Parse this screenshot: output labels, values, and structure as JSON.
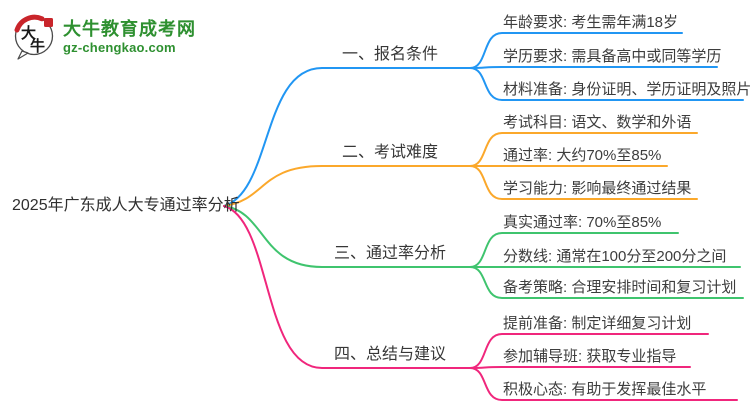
{
  "logo": {
    "badge_text": "大牛",
    "site_name": "大牛教育成考网",
    "site_domain": "gz-chengkao.com",
    "brand_green": "#2e9030",
    "seal_red": "#c9252b"
  },
  "root": {
    "title": "2025年广东成人大专通过率分析"
  },
  "branches": [
    {
      "label": "一、报名条件",
      "color": "#2196F3",
      "children": [
        "年龄要求: 考生需年满18岁",
        "学历要求: 需具备高中或同等学历",
        "材料准备: 身份证明、学历证明及照片"
      ]
    },
    {
      "label": "二、考试难度",
      "color": "#FBA82B",
      "children": [
        "考试科目: 语文、数学和外语",
        "通过率: 大约70%至85%",
        "学习能力: 影响最终通过结果"
      ]
    },
    {
      "label": "三、通过率分析",
      "color": "#3FC46E",
      "children": [
        "真实通过率: 70%至85%",
        "分数线: 通常在100分至200分之间",
        "备考策略: 合理安排时间和复习计划"
      ]
    },
    {
      "label": "四、总结与建议",
      "color": "#F0267C",
      "children": [
        "提前准备: 制定详细复习计划",
        "参加辅导班: 获取专业指导",
        "积极心态: 有助于发挥最佳水平"
      ]
    }
  ]
}
